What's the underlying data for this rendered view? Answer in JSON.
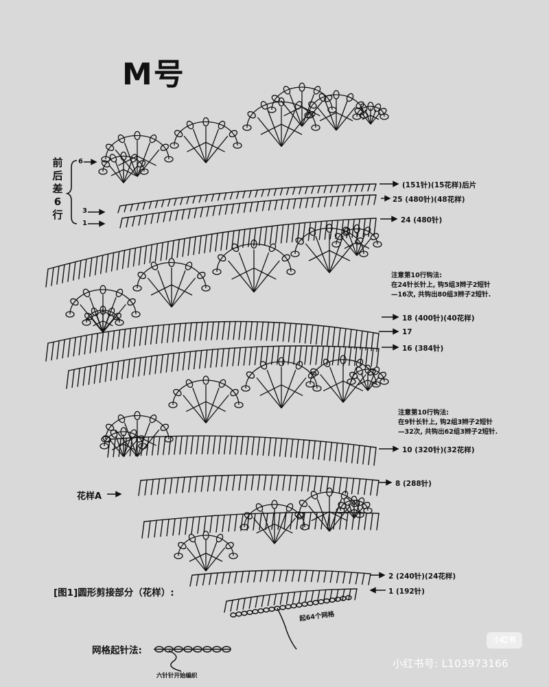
{
  "title": "M号",
  "side_label": [
    "前",
    "后",
    "差",
    "6",
    "行"
  ],
  "row_tags": [
    "6",
    "3",
    "1"
  ],
  "callouts": [
    "(151针)(15花样)后片",
    "25  (480针)(48花样)",
    "24  (480针)",
    "18  (400针)(40花样)",
    "17",
    "16  (384针)",
    "10 (320针)(32花样)",
    "8  (288针)",
    "2  (240针)(24花样)",
    "1  (192针)"
  ],
  "notes": [
    {
      "lines": [
        "注意第10行钩法:",
        "在24针长针上, 钩5组3辫子2短针",
        "—16次, 共钩出80组3辫子2短针."
      ]
    },
    {
      "lines": [
        "注意第10行钩法:",
        "在9针长针上, 钩2组3辫子2短针",
        "—32次, 共钩出62组3辫子2短针."
      ]
    }
  ],
  "pattern_label": "花样A",
  "figure_caption": "[图1]圆形剪接部分（花样）:",
  "chain_label": "起64个网格",
  "foundation_title": "网格起针法:",
  "foundation_sub": "六针针开始编织",
  "watermark_badge": "小红书",
  "watermark_id": "小红书号: L103973166"
}
